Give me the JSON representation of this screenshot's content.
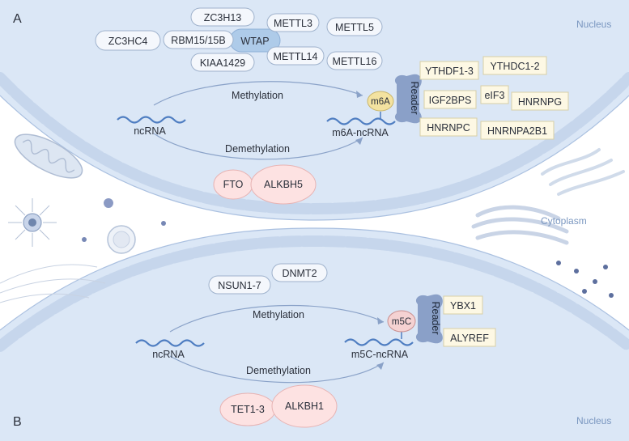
{
  "panels": {
    "a": "A",
    "b": "B"
  },
  "regions": {
    "nucleus_top": "Nucleus",
    "cytoplasm": "Cytoplasm",
    "nucleus_bottom": "Nucleus"
  },
  "m6a": {
    "writers": [
      "ZC3H13",
      "METTL3",
      "METTL5",
      "ZC3HC4",
      "RBM15/15B",
      "WTAP",
      "KIAA1429",
      "METTL14",
      "METTL16"
    ],
    "methylation": "Methylation",
    "demethylation": "Demethylation",
    "source": "ncRNA",
    "product": "m6A-ncRNA",
    "mark": "m6A",
    "reader": "Reader",
    "readers": [
      "YTHDF1-3",
      "YTHDC1-2",
      "IGF2BPS",
      "eIF3",
      "HNRNPG",
      "HNRNPC",
      "HNRNPA2B1"
    ],
    "erasers": [
      "FTO",
      "ALKBH5"
    ]
  },
  "m5c": {
    "writers": [
      "NSUN1-7",
      "DNMT2"
    ],
    "methylation": "Methylation",
    "demethylation": "Demethylation",
    "source": "ncRNA",
    "product": "m5C-ncRNA",
    "mark": "m5C",
    "reader": "Reader",
    "readers": [
      "YBX1",
      "ALYREF"
    ],
    "erasers": [
      "TET1-3",
      "ALKBH1"
    ]
  },
  "colors": {
    "nucleus_fill": "#dbe7f6",
    "membrane": "#b9cde8",
    "reader_hand": "#8aa0c8",
    "m6a_mark": "#f3e2a0",
    "m5c_mark": "#f5d2d2",
    "wave": "#4e7dc1"
  }
}
